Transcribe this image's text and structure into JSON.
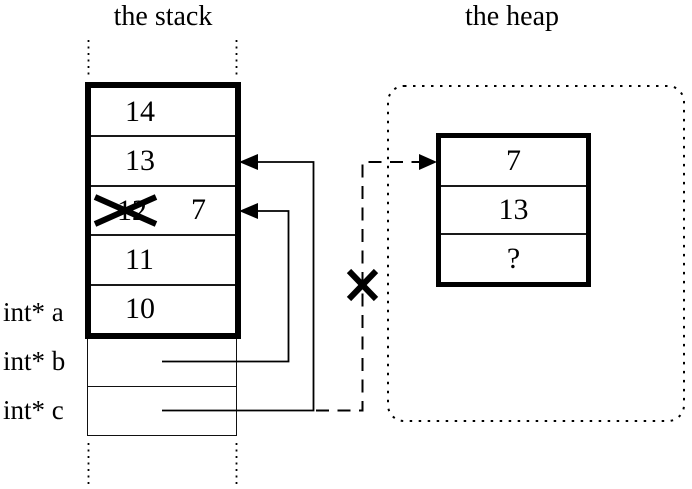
{
  "titles": {
    "stack": "the stack",
    "heap": "the heap"
  },
  "stack": {
    "cells": [
      {
        "value": "14"
      },
      {
        "value": "13"
      },
      {
        "value": "12",
        "crossed_out": true,
        "new_value": "7"
      },
      {
        "value": "11"
      },
      {
        "value": "10"
      }
    ],
    "pointer_labels": [
      {
        "name": "a",
        "label": "int* a"
      },
      {
        "name": "b",
        "label": "int* b"
      },
      {
        "name": "c",
        "label": "int* c"
      }
    ]
  },
  "heap": {
    "cells": [
      {
        "value": "7"
      },
      {
        "value": "13"
      },
      {
        "value": "?"
      }
    ]
  },
  "icons": {
    "stack_value_cross_out": "x-mark",
    "dangling_pointer_cross_out": "x-mark"
  },
  "colors": {
    "line": "#000000",
    "background": "#ffffff"
  }
}
